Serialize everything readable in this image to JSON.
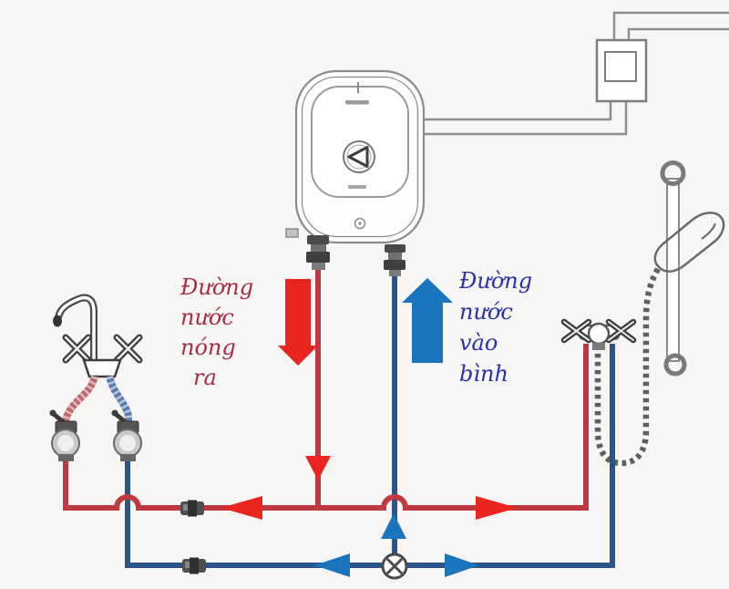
{
  "labels": {
    "hot_out": {
      "lines": [
        "Đường",
        "nước",
        "nóng",
        "ra"
      ],
      "color": "#a82a4e"
    },
    "cold_in": {
      "lines": [
        "Đường",
        "nước",
        "vào",
        "bình"
      ],
      "color": "#2832a6"
    }
  },
  "colors": {
    "hot_pipe": "#bf3a40",
    "cold_pipe": "#2b5488",
    "hot_arrow": "#e8261f",
    "cold_arrow": "#1b75bc",
    "hot_text": "#a82a4e",
    "cold_text": "#2832a6",
    "fixture_outline": "#6a6a6a",
    "background": "#f7f6f4"
  },
  "flow_indicators": {
    "hot": [
      "arrow-down-from-heater",
      "arrow-left-to-sink",
      "arrow-right-to-shower"
    ],
    "cold": [
      "arrow-up-into-heater",
      "arrow-left-on-supply-line",
      "arrow-right-on-supply-line"
    ]
  },
  "components": [
    "water-heater",
    "power-switch-box",
    "power-wiring",
    "sink-faucet",
    "angle-valve-hot",
    "angle-valve-cold",
    "shower-rail",
    "hand-shower",
    "shower-hose",
    "shower-mixer",
    "tee-valve",
    "pipe-couplings"
  ]
}
